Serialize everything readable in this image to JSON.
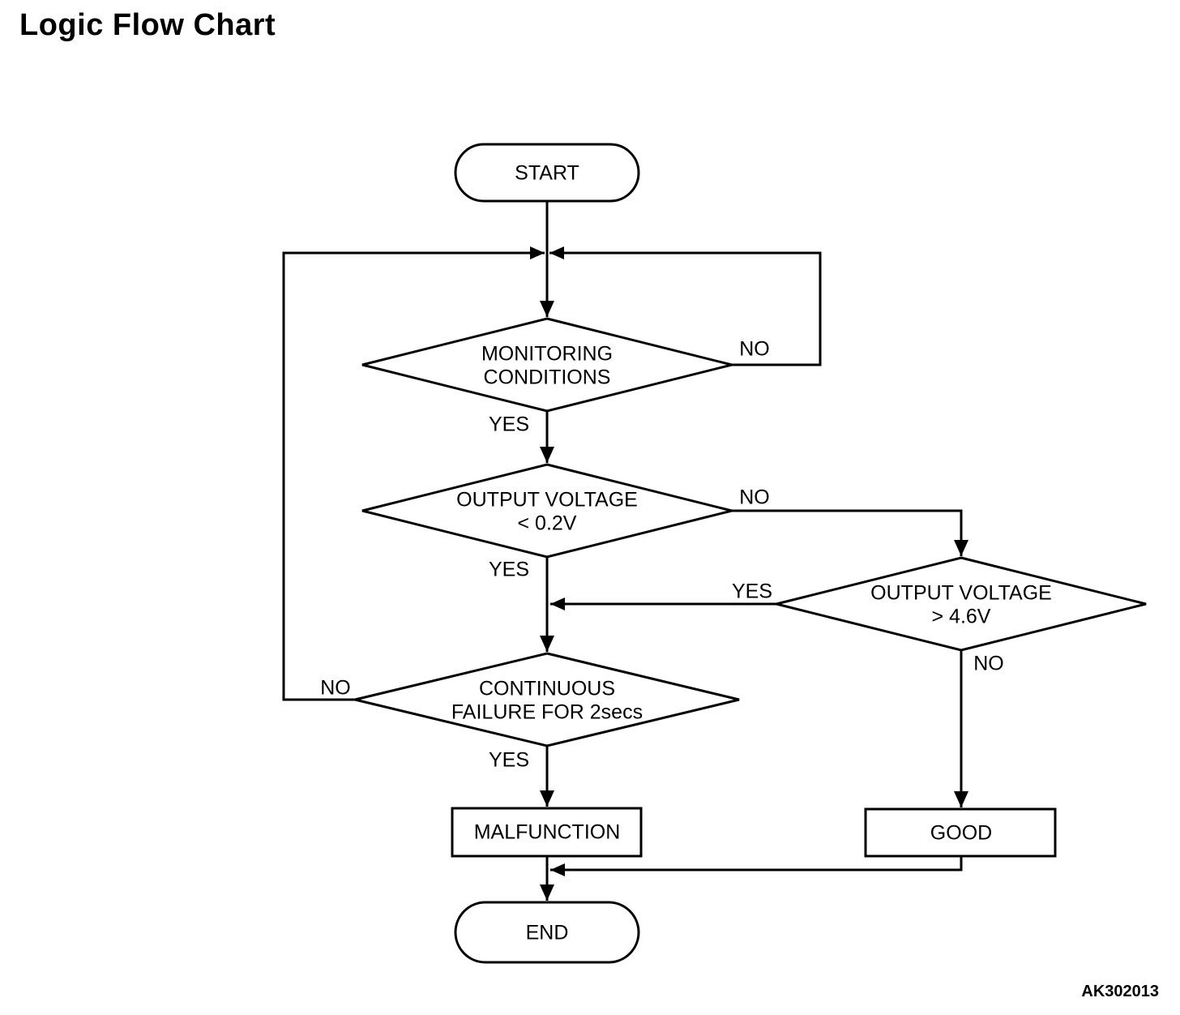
{
  "page": {
    "title": "Logic Flow Chart",
    "figure_code": "AK302013"
  },
  "colors": {
    "line": "#000000",
    "background": "#ffffff",
    "text": "#000000"
  },
  "flowchart": {
    "nodes": {
      "start": {
        "type": "terminator",
        "label": "START"
      },
      "monitoring_conditions": {
        "type": "decision",
        "label": "MONITORING\nCONDITIONS"
      },
      "output_voltage_low": {
        "type": "decision",
        "label": "OUTPUT VOLTAGE\n< 0.2V"
      },
      "output_voltage_high": {
        "type": "decision",
        "label": "OUTPUT VOLTAGE\n> 4.6V"
      },
      "continuous_failure": {
        "type": "decision",
        "label": "CONTINUOUS\nFAILURE FOR 2secs"
      },
      "malfunction": {
        "type": "process",
        "label": "MALFUNCTION"
      },
      "good": {
        "type": "process",
        "label": "GOOD"
      },
      "end": {
        "type": "terminator",
        "label": "END"
      }
    },
    "edge_labels": {
      "monitoring_yes": "YES",
      "monitoring_no": "NO",
      "voltage_low_yes": "YES",
      "voltage_low_no": "NO",
      "voltage_high_yes": "YES",
      "voltage_high_no": "NO",
      "failure_yes": "YES",
      "failure_no": "NO"
    },
    "edges": [
      {
        "from": "start",
        "to": "monitoring_conditions",
        "label": ""
      },
      {
        "from": "monitoring_conditions",
        "to": "output_voltage_low",
        "label": "YES"
      },
      {
        "from": "monitoring_conditions",
        "to": "monitoring_conditions",
        "label": "NO"
      },
      {
        "from": "output_voltage_low",
        "to": "continuous_failure",
        "label": "YES"
      },
      {
        "from": "output_voltage_low",
        "to": "output_voltage_high",
        "label": "NO"
      },
      {
        "from": "output_voltage_high",
        "to": "continuous_failure",
        "label": "YES"
      },
      {
        "from": "output_voltage_high",
        "to": "good",
        "label": "NO"
      },
      {
        "from": "continuous_failure",
        "to": "malfunction",
        "label": "YES"
      },
      {
        "from": "continuous_failure",
        "to": "monitoring_conditions",
        "label": "NO"
      },
      {
        "from": "malfunction",
        "to": "end",
        "label": ""
      },
      {
        "from": "good",
        "to": "end",
        "label": ""
      }
    ]
  }
}
